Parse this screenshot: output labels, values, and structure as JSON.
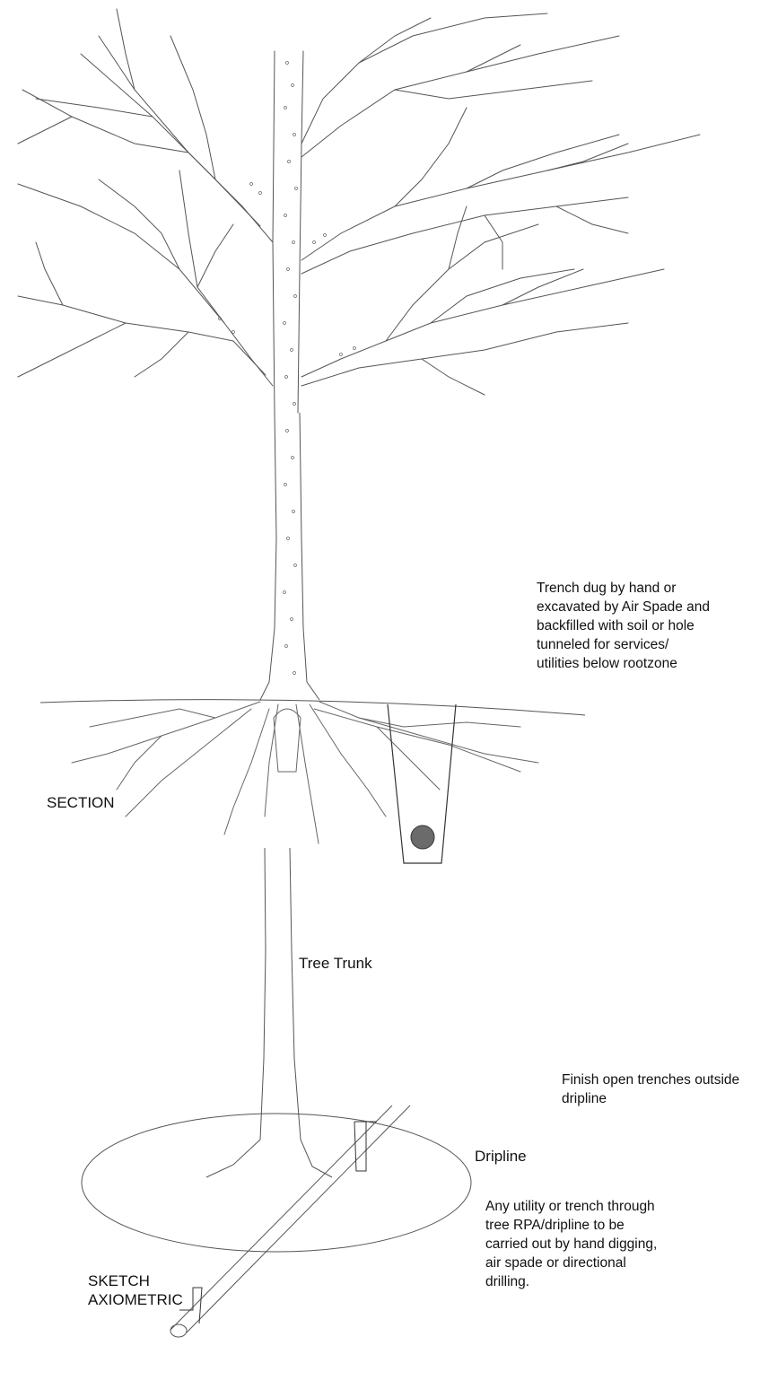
{
  "labels": {
    "trench_note_lines": [
      "Trench dug by hand or",
      "excavated by Air Spade and",
      "backfilled with soil or hole",
      "tunneled for services/",
      "utilities below rootzone"
    ],
    "section": "SECTION",
    "tree_trunk": "Tree Trunk",
    "finish_note_lines": [
      "Finish open trenches outside",
      "dripline"
    ],
    "dripline": "Dripline",
    "utility_note_lines": [
      "Any utility or trench through",
      "tree RPA/dripline to be",
      "carried out by hand digging,",
      "air spade or directional",
      "drilling."
    ],
    "sketch_lines": [
      "SKETCH",
      "AXIOMETRIC"
    ]
  },
  "colors": {
    "line": "#555555",
    "pipe_fill": "#6b6b6b",
    "background": "#ffffff"
  }
}
